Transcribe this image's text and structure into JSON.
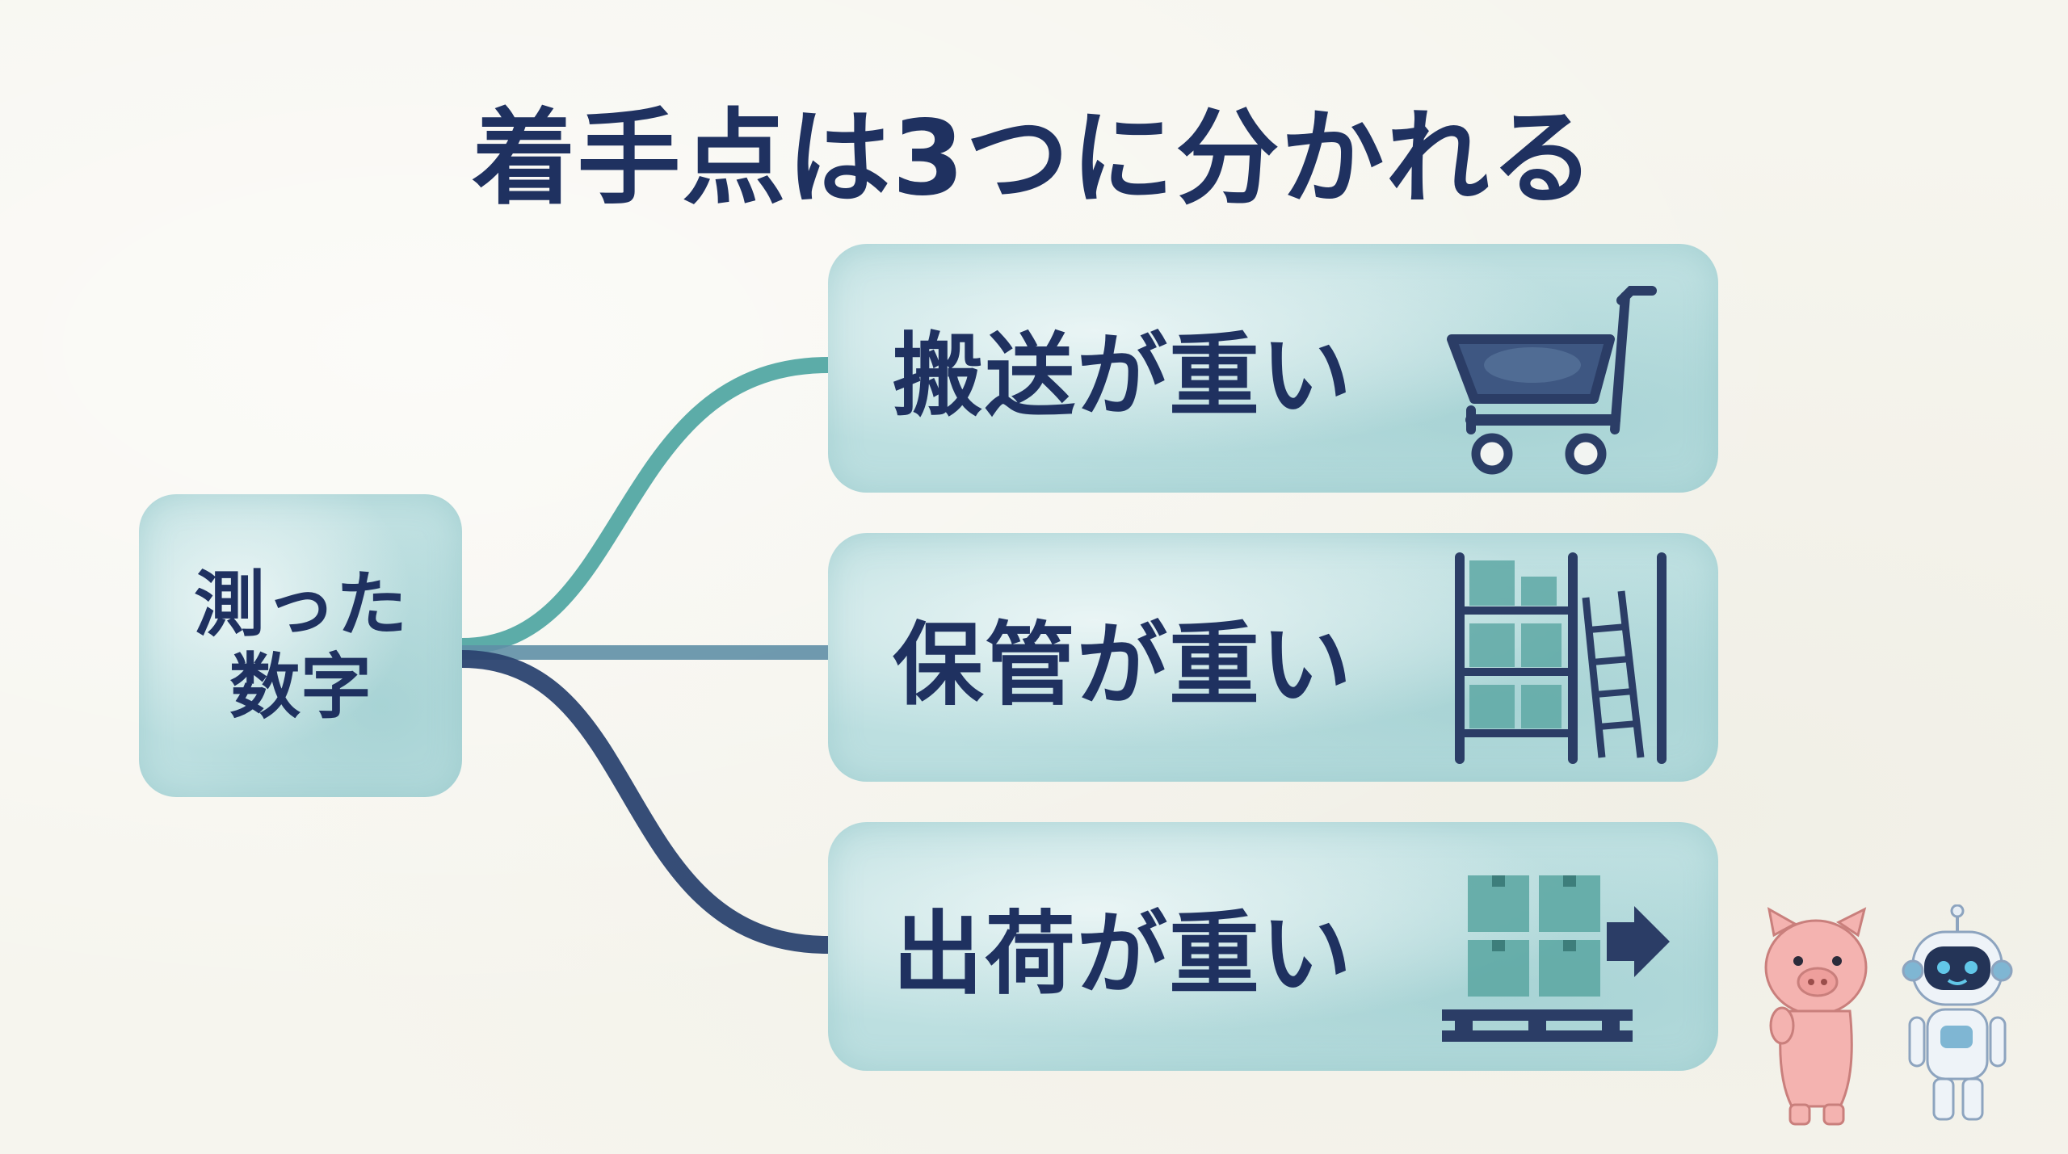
{
  "title": "着手点は3つに分かれる",
  "root": {
    "line1": "測った",
    "line2": "数字"
  },
  "branches": [
    {
      "label": "搬送が重い",
      "icon": "shopping-cart-icon"
    },
    {
      "label": "保管が重い",
      "icon": "storage-shelf-icon"
    },
    {
      "label": "出荷が重い",
      "icon": "shipping-pallet-icon"
    }
  ],
  "colors": {
    "text": "#1f3160",
    "branch_1_line": "#4aa3a0",
    "branch_2_line": "#5f8fa6",
    "branch_3_line": "#2b4370",
    "box_fill": "#bcdfe0"
  },
  "mascots": [
    "pig-mascot-icon",
    "robot-mascot-icon"
  ]
}
